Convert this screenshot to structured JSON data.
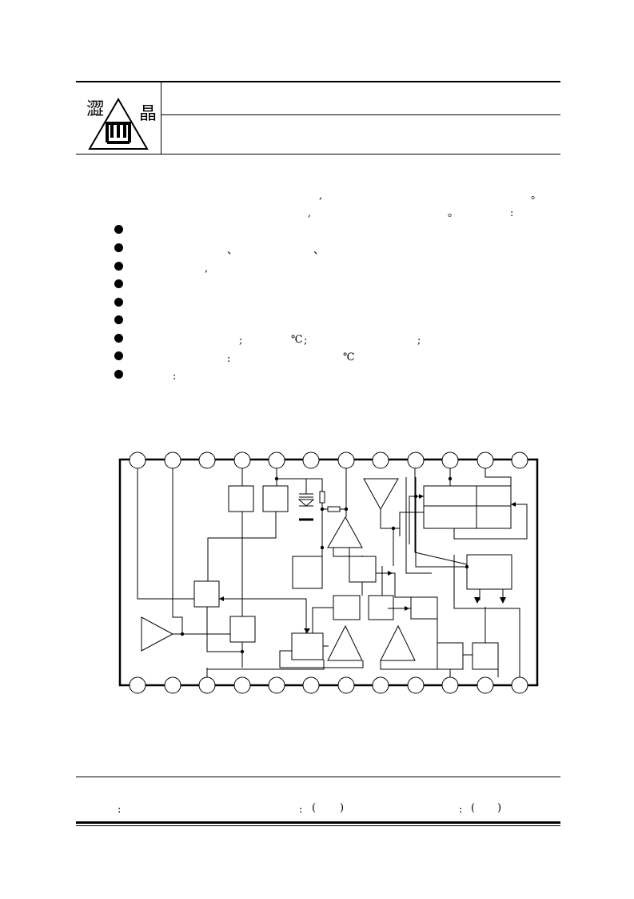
{
  "header": {
    "logo": {
      "glyph_left": "澀",
      "glyph_right": "晶",
      "emblem_glyph": "山"
    }
  },
  "intro": {
    "marks": [
      ",",
      "。",
      ",",
      "。",
      ":"
    ]
  },
  "features": [
    {
      "marks": []
    },
    {
      "marks": [
        "、",
        "、"
      ]
    },
    {
      "marks": [
        ","
      ]
    },
    {
      "marks": []
    },
    {
      "marks": []
    },
    {
      "marks": []
    },
    {
      "marks": [
        ";",
        "℃",
        ";",
        ";"
      ]
    },
    {
      "marks": [
        ":",
        "℃"
      ]
    },
    {
      "marks": [
        ":"
      ]
    }
  ],
  "footer": {
    "marks": [
      ":",
      ":",
      "(",
      ")",
      ":",
      "(",
      ")"
    ]
  },
  "colors": {
    "ink": "#000000",
    "rule": "#000000",
    "page": "#ffffff"
  },
  "diagram": {
    "top_pins": 12,
    "bottom_pins": 12
  }
}
